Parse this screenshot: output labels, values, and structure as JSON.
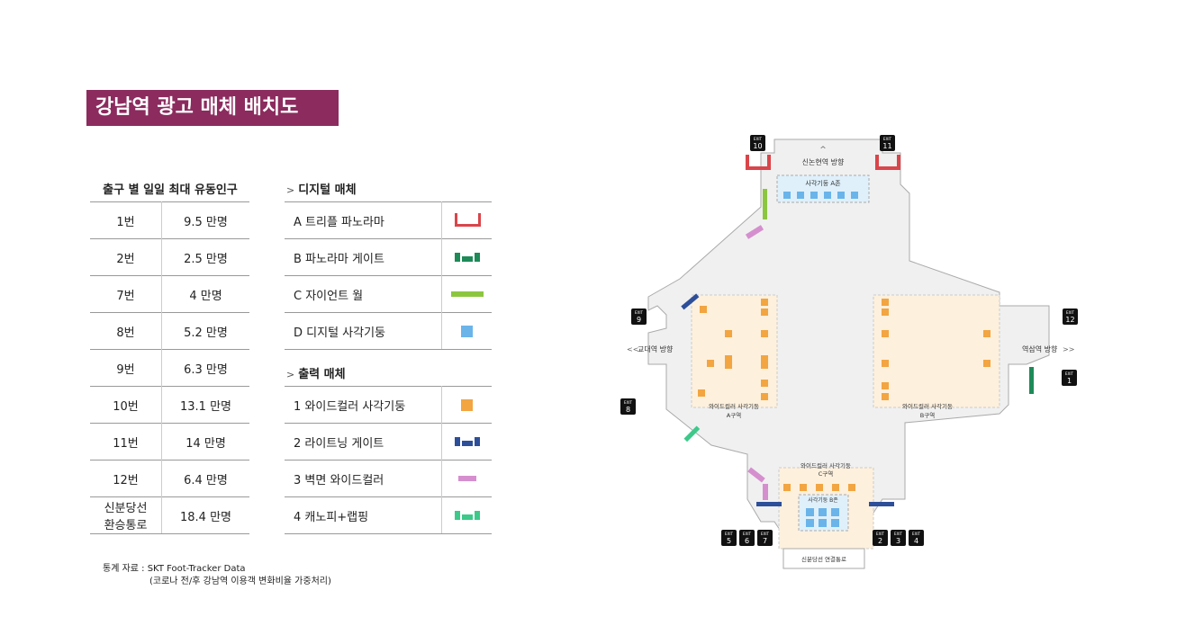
{
  "title": "강남역 광고 매체 배치도",
  "flow": {
    "header": "출구 별 일일 최대 유동인구",
    "rows": [
      {
        "exit": "1번",
        "value": "9.5 만명"
      },
      {
        "exit": "2번",
        "value": "2.5 만명"
      },
      {
        "exit": "7번",
        "value": "4 만명"
      },
      {
        "exit": "8번",
        "value": "5.2 만명"
      },
      {
        "exit": "9번",
        "value": "6.3 만명"
      },
      {
        "exit": "10번",
        "value": "13.1 만명"
      },
      {
        "exit": "11번",
        "value": "14 만명"
      },
      {
        "exit": "12번",
        "value": "6.4 만명"
      },
      {
        "exit": "신분당선\n환승통로",
        "value": "18.4 만명"
      }
    ]
  },
  "legend": {
    "digital_header": "디지털 매체",
    "digital": [
      {
        "label": "A  트리플 파노라마",
        "icon": "red-bracket-icon",
        "color": "#d9454a"
      },
      {
        "label": "B  파노라마 게이트",
        "icon": "green-gate-icon",
        "color": "#1d8a57"
      },
      {
        "label": "C  자이언트 월",
        "icon": "lime-bar-icon",
        "color": "#8cc63f"
      },
      {
        "label": "D  디지털 사각기둥",
        "icon": "blue-square-icon",
        "color": "#6ab4ea"
      }
    ],
    "print_header": "출력 매체",
    "print": [
      {
        "label": "1  와이드컬러 사각기둥",
        "icon": "orange-square-icon",
        "color": "#f2a541"
      },
      {
        "label": "2  라이트닝 게이트",
        "icon": "navy-gate-icon",
        "color": "#2d4f9a"
      },
      {
        "label": "3  벽면 와이드컬러",
        "icon": "pink-bar-icon",
        "color": "#d58fce"
      },
      {
        "label": "4  캐노피+랩핑",
        "icon": "mint-gate-icon",
        "color": "#3cc98a"
      }
    ]
  },
  "note": {
    "line1": "통계 자료 : SKT Foot-Tracker Data",
    "line2": "(코로나 전/후 강남역 이용객 변화비율 가중처리)"
  },
  "map": {
    "exit_word": "EXIT",
    "exits": [
      "10",
      "11",
      "9",
      "12",
      "8",
      "1",
      "5",
      "6",
      "7",
      "2",
      "3",
      "4"
    ],
    "top_dir": "신논현역 방향",
    "left_dir": "교대역 방향",
    "right_dir": "역삼역 방향",
    "zone_a": "사각기둥 A존",
    "zone_b": "사각기둥 B존",
    "area_a_1": "와이드컬러 사각기둥",
    "area_a_2": "A구역",
    "area_b_1": "와이드컬러 사각기둥",
    "area_b_2": "B구역",
    "area_c_1": "와이드컬러 사각기둥",
    "area_c_2": "C구역",
    "bottom_label": "신분당선 연결통로"
  }
}
